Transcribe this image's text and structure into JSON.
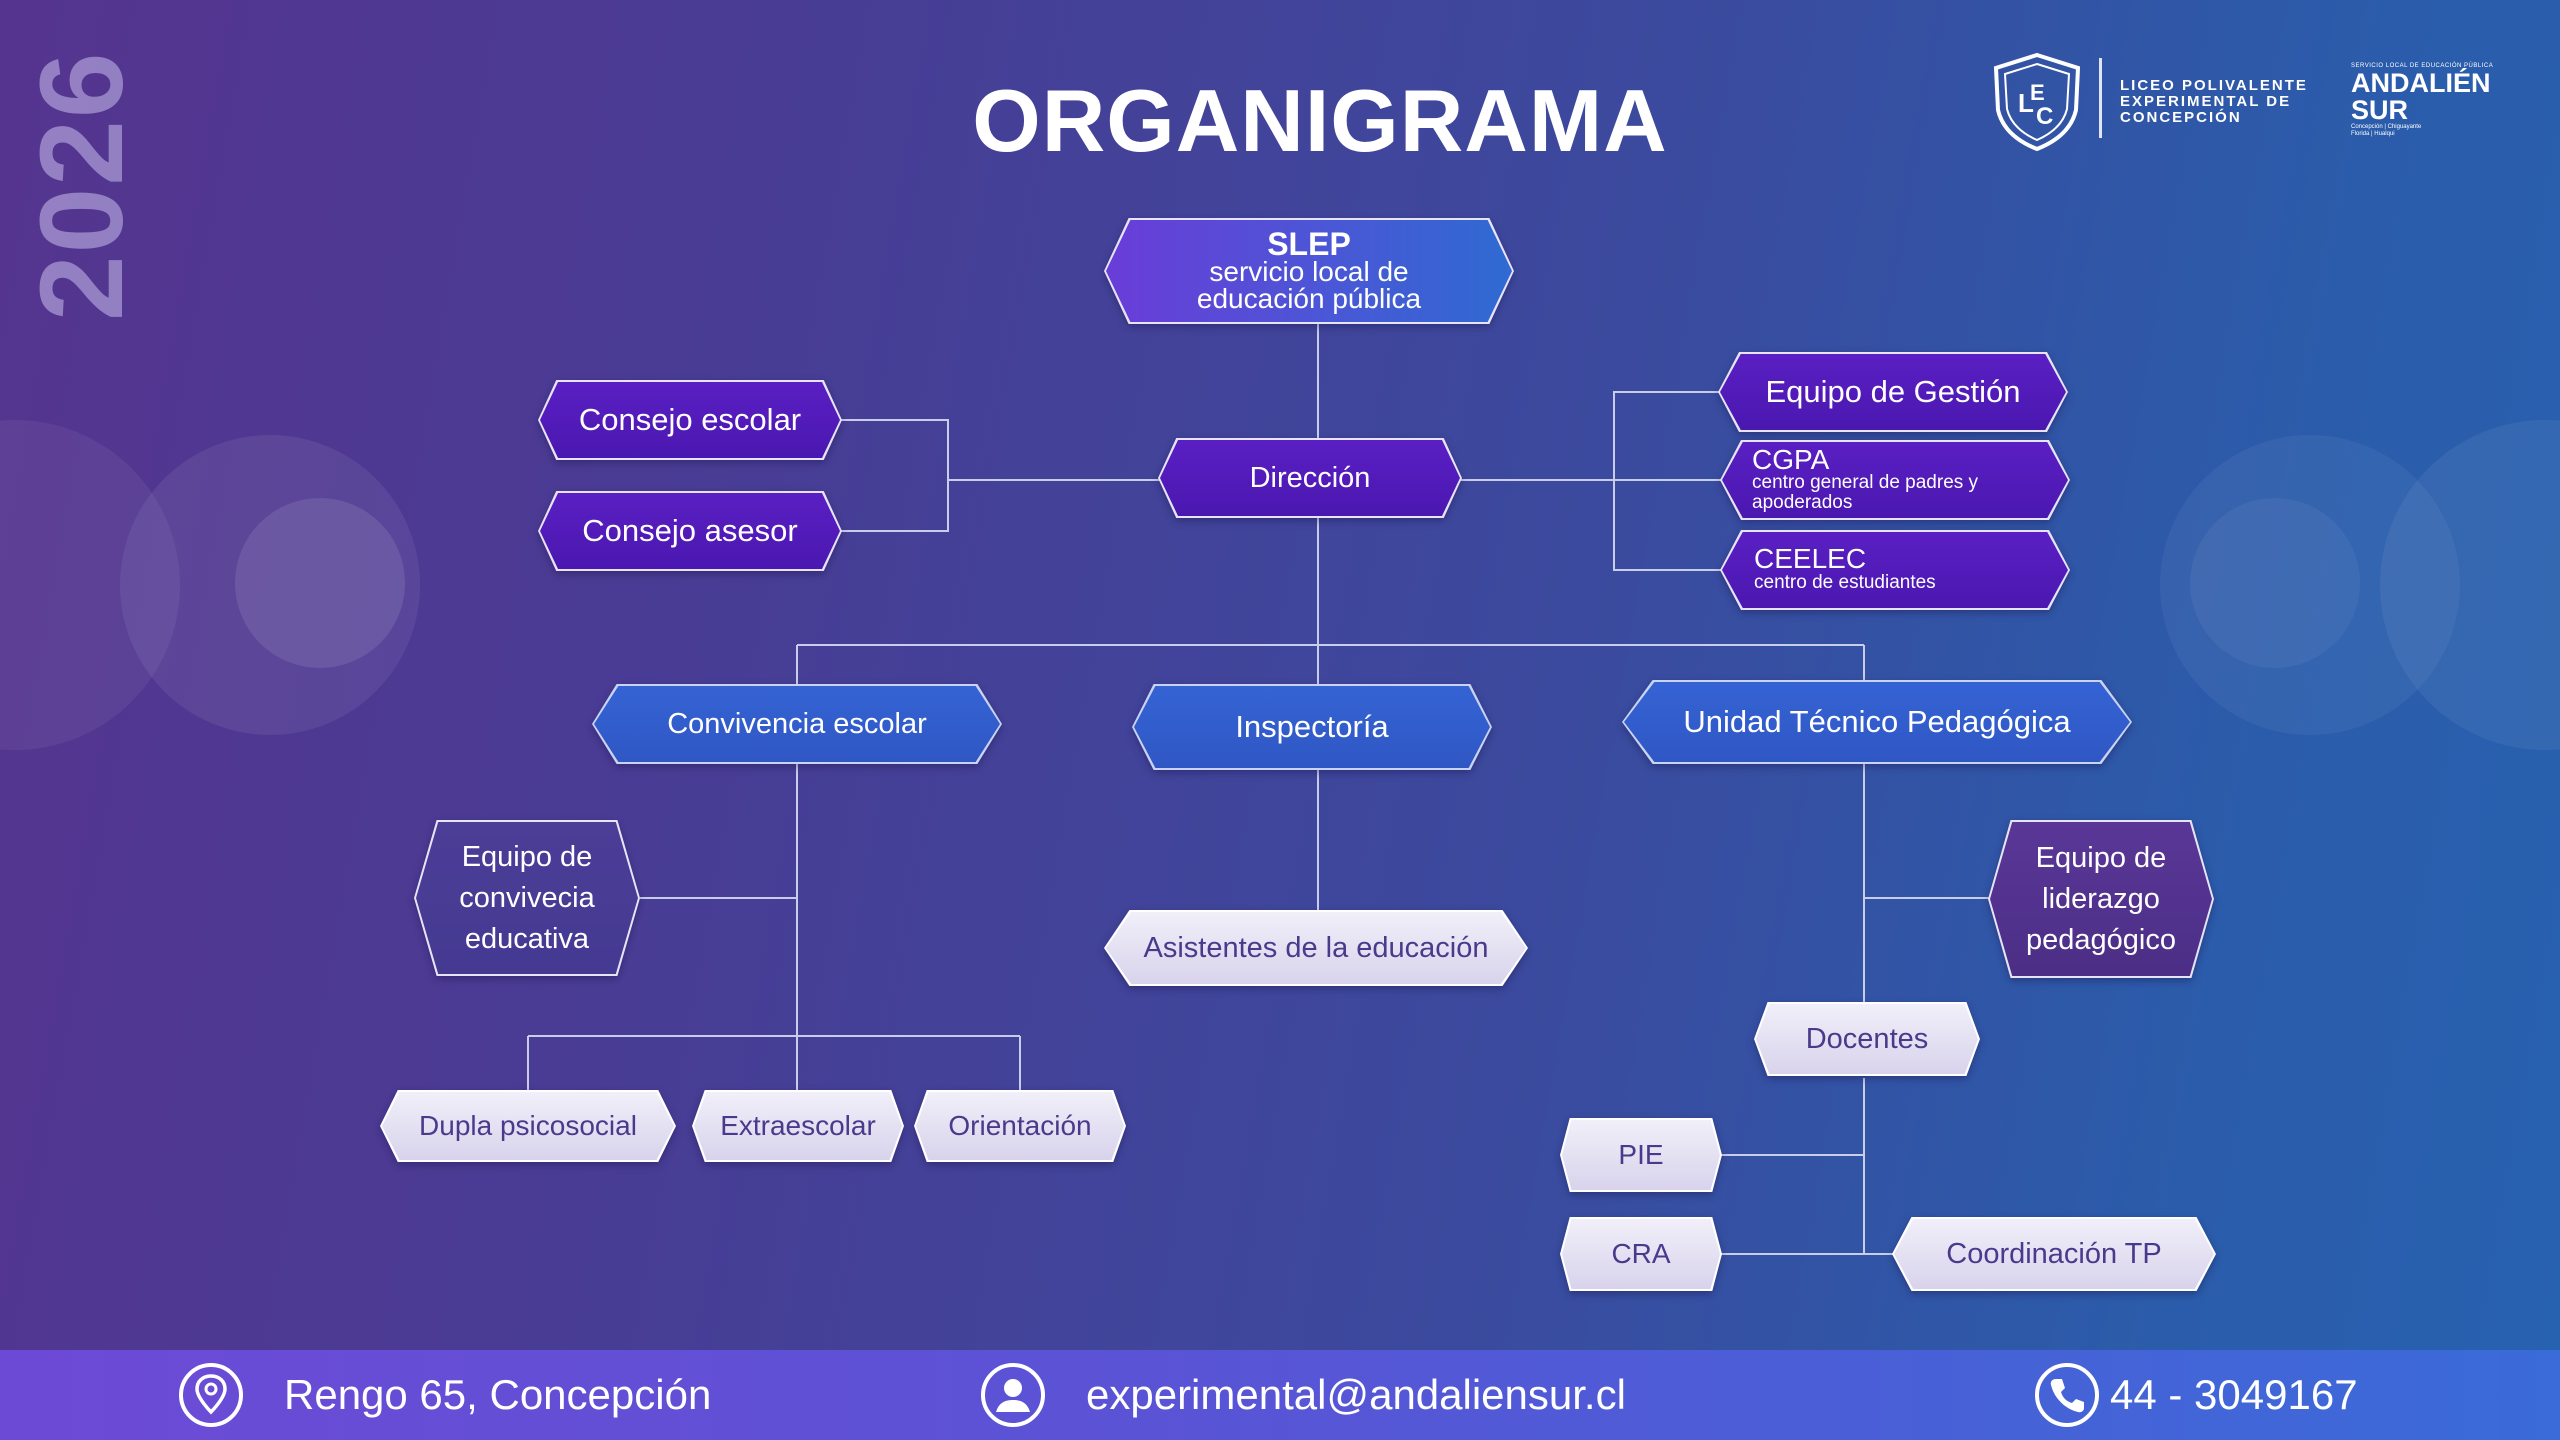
{
  "year": "2026",
  "title": "ORGANIGRAMA",
  "logos": {
    "shield_letters": "LEC",
    "school_lines": [
      "LICEO POLIVALENTE",
      "EXPERIMENTAL DE",
      "CONCEPCIÓN"
    ],
    "slep_small": "SERVICIO LOCAL DE EDUCACIÓN PÚBLICA",
    "slep_name_1": "ANDALIÉN",
    "slep_name_2": "SUR",
    "slep_communes": "Concepción | Chiguayante",
    "slep_communes_2": "Florida | Hualqui"
  },
  "nodes": {
    "slep": {
      "title": "SLEP",
      "sub1": "servicio local de",
      "sub2": "educación pública"
    },
    "consejo_escolar": "Consejo escolar",
    "consejo_asesor": "Consejo asesor",
    "direccion": "Dirección",
    "equipo_gestion": "Equipo de Gestión",
    "cgpa": {
      "title": "CGPA",
      "sub1": "centro general de padres y",
      "sub2": "apoderados"
    },
    "ceelec": {
      "title": "CEELEC",
      "sub": "centro de estudiantes"
    },
    "convivencia": "Convivencia escolar",
    "inspectoria": "Inspectoría",
    "utp": "Unidad Técnico Pedagógica",
    "equipo_convivencia": [
      "Equipo de",
      "convivecia",
      "educativa"
    ],
    "asistentes": "Asistentes de la educación",
    "equipo_liderazgo": [
      "Equipo de",
      "liderazgo",
      "pedagógico"
    ],
    "dupla": "Dupla psicosocial",
    "extraescolar": "Extraescolar",
    "orientacion": "Orientación",
    "docentes": "Docentes",
    "pie": "PIE",
    "cra": "CRA",
    "coordinacion_tp": "Coordinación TP"
  },
  "footer": {
    "address": "Rengo 65, Concepción",
    "email": "experimental@andaliensur.cl",
    "phone": "44 - 3049167"
  },
  "icons": {
    "location": "map-pin-icon",
    "user": "user-circle-icon",
    "phone": "phone-icon"
  },
  "colors": {
    "node_purple": "#4a17b0",
    "node_blue": "#2f57c4",
    "node_light": "#e6e2f4",
    "node_dark": "#4b2e86",
    "footer": "#5a53d6"
  }
}
